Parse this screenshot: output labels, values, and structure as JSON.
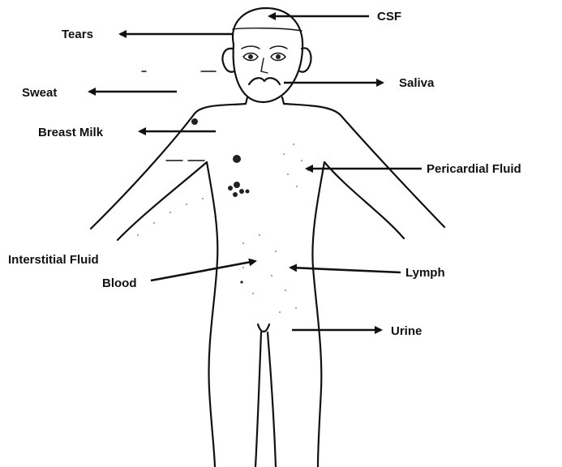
{
  "diagram": {
    "colors": {
      "ink": "#111111",
      "background": "#ffffff"
    },
    "labels": {
      "csf": "CSF",
      "tears": "Tears",
      "saliva": "Saliva",
      "sweat": "Sweat",
      "breast_milk": "Breast Milk",
      "pericardial_fluid": "Pericardial Fluid",
      "interstitial_fluid": "Interstitial Fluid",
      "blood": "Blood",
      "lymph": "Lymph",
      "urine": "Urine"
    }
  }
}
